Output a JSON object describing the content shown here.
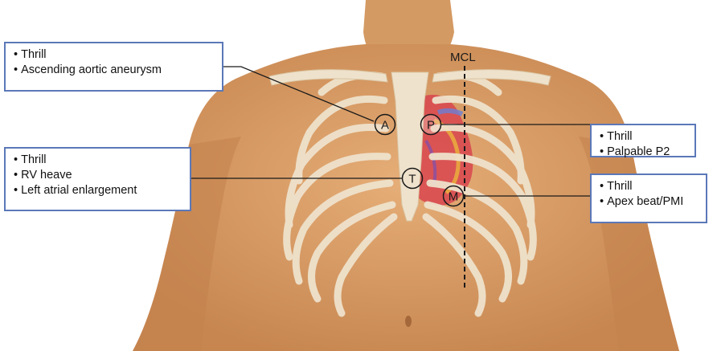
{
  "mcl_label": "MCL",
  "markers": {
    "aortic": "A",
    "pulmonic": "P",
    "tricuspid": "T",
    "mitral": "M"
  },
  "boxes": {
    "aortic": {
      "items": [
        "Thrill",
        "Ascending aortic aneurysm"
      ]
    },
    "pulmonic": {
      "items": [
        "Thrill",
        "Palpable P2"
      ]
    },
    "tricuspid": {
      "items": [
        "Thrill",
        "RV heave",
        "Left atrial enlargement"
      ]
    },
    "mitral": {
      "items": [
        "Thrill",
        "Apex beat/PMI"
      ]
    }
  },
  "colors": {
    "box_border": "#5b78b8",
    "skin": "#dda06a",
    "bone": "#efe2cc",
    "heart": "#d8454f",
    "leader_line": "#1a1a1a"
  }
}
